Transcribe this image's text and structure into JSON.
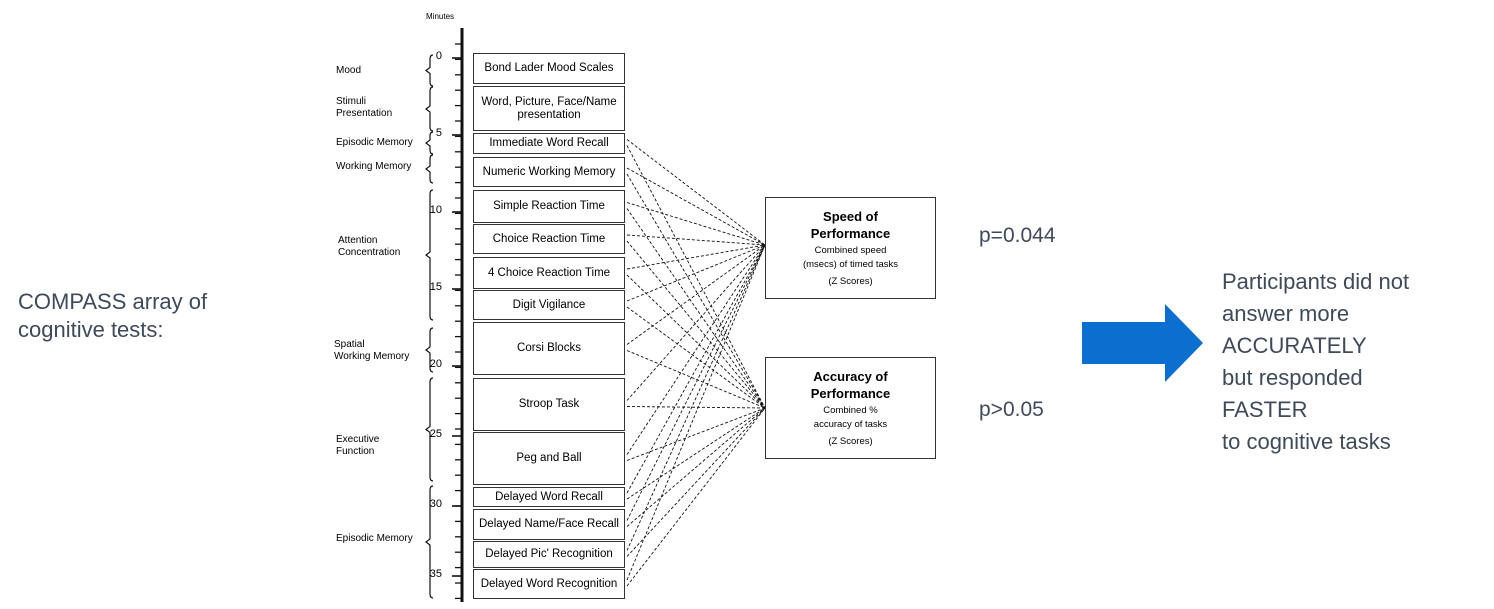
{
  "intro_text": "COMPASS array of\ncognitive tests:",
  "axis": {
    "title": "Minutes",
    "ticks": [
      "0",
      "5",
      "10",
      "15",
      "20",
      "25",
      "30",
      "35"
    ]
  },
  "domains": [
    {
      "label": "Mood"
    },
    {
      "label": "Stimuli\nPresentation"
    },
    {
      "label": "Episodic Memory"
    },
    {
      "label": "Working Memory"
    },
    {
      "label": "Attention\nConcentration"
    },
    {
      "label": "Spatial\nWorking Memory"
    },
    {
      "label": "Executive\nFunction"
    },
    {
      "label": "Episodic Memory"
    }
  ],
  "tasks": [
    {
      "label": "Bond Lader Mood Scales"
    },
    {
      "label": "Word, Picture, Face/Name presentation"
    },
    {
      "label": "Immediate Word Recall"
    },
    {
      "label": "Numeric Working Memory"
    },
    {
      "label": "Simple Reaction Time"
    },
    {
      "label": "Choice Reaction Time"
    },
    {
      "label": "4 Choice Reaction Time"
    },
    {
      "label": "Digit Vigilance"
    },
    {
      "label": "Corsi Blocks"
    },
    {
      "label": "Stroop Task"
    },
    {
      "label": "Peg and Ball"
    },
    {
      "label": "Delayed Word Recall"
    },
    {
      "label": "Delayed Name/Face  Recall"
    },
    {
      "label": "Delayed Pic' Recognition"
    },
    {
      "label": "Delayed Word Recognition"
    }
  ],
  "outcomes": {
    "speed": {
      "title": "Speed of\nPerformance",
      "desc": "Combined speed\n(msecs) of timed tasks",
      "note": "(Z Scores)",
      "p_value": "p=0.044"
    },
    "accuracy": {
      "title": "Accuracy of\nPerformance",
      "desc": "Combined %\naccuracy of tasks",
      "note": "(Z Scores)",
      "p_value": "p>0.05"
    }
  },
  "arrow_color": "#0a6fcf",
  "conclusion_text": "Participants did not\nanswer more\nACCURATELY\nbut responded\nFASTER\nto cognitive tasks"
}
